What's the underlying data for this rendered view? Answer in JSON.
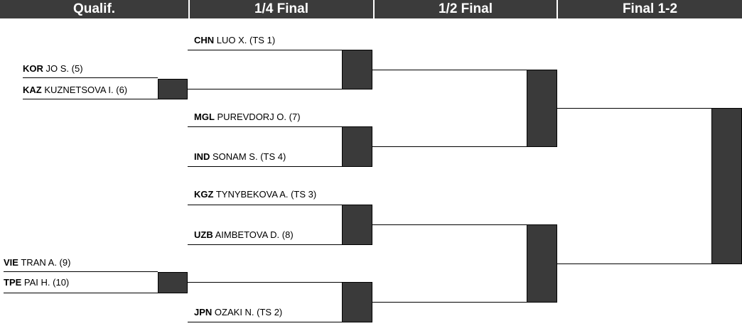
{
  "rounds": {
    "qualif": "Qualif.",
    "quarter": "1/4 Final",
    "semi": "1/2 Final",
    "final": "Final 1-2"
  },
  "qualif": [
    {
      "country": "KOR",
      "name": "JO S. (5)"
    },
    {
      "country": "KAZ",
      "name": "KUZNETSOVA I. (6)"
    },
    {
      "country": "VIE",
      "name": "TRAN A. (9)"
    },
    {
      "country": "TPE",
      "name": "PAI H. (10)"
    }
  ],
  "quarter": [
    {
      "country": "CHN",
      "name": "LUO X. (TS 1)"
    },
    {
      "country": "MGL",
      "name": "PUREVDORJ O. (7)"
    },
    {
      "country": "IND",
      "name": "SONAM S. (TS 4)"
    },
    {
      "country": "KGZ",
      "name": "TYNYBEKOVA A. (TS 3)"
    },
    {
      "country": "UZB",
      "name": "AIMBETOVA D. (8)"
    },
    {
      "country": "JPN",
      "name": "OZAKI N. (TS 2)"
    }
  ],
  "colors": {
    "header_bg": "#3b3b3b",
    "box_fill": "#3a3a3a",
    "line": "#000000"
  }
}
